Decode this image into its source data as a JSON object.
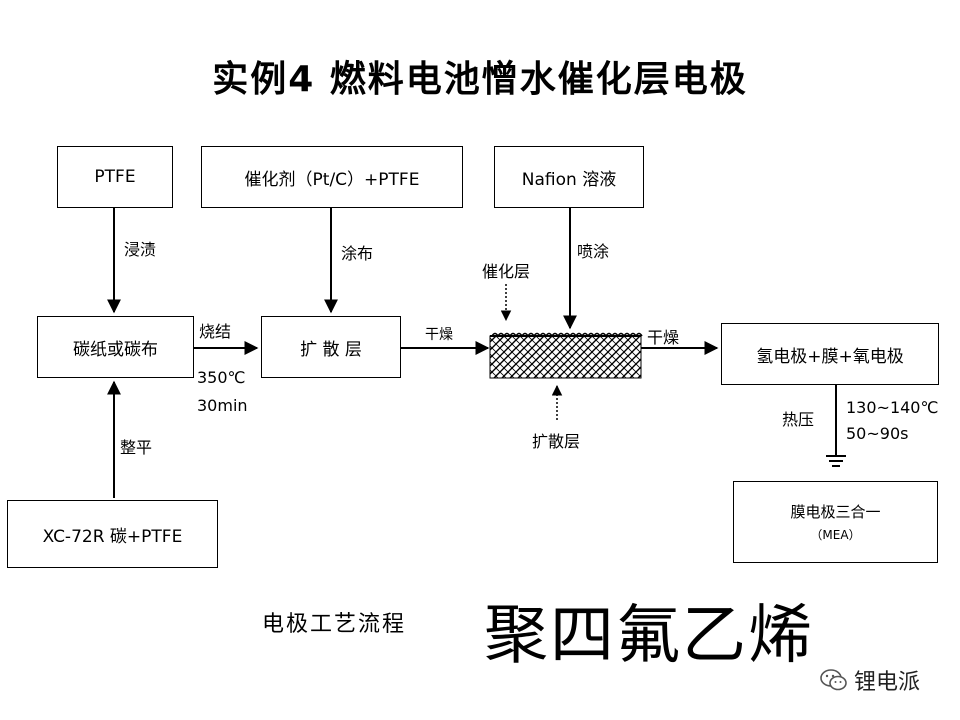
{
  "title": "实例4 燃料电池憎水催化层电极",
  "boxes": {
    "ptfe": "PTFE",
    "catalyst": "催化剂（Pt/C）+PTFE",
    "nafion": "Nafion 溶液",
    "carbon_paper": "碳纸或碳布",
    "diffusion": "扩 散 层",
    "membrane": "氢电极+膜+氧电极",
    "xc72r": "XC-72R 碳+PTFE",
    "mea_line1": "膜电极三合一",
    "mea_line2": "（MEA）"
  },
  "labels": {
    "impregnate": "浸渍",
    "coat": "涂布",
    "spray": "喷涂",
    "sinter": "烧结",
    "temp": "350℃",
    "time": "30min",
    "dry1": "干燥",
    "dry2": "干燥",
    "catalyst_layer": "催化层",
    "diffusion_layer": "扩散层",
    "hot_press": "热压",
    "hp_temp": "130~140℃",
    "hp_time": "50~90s",
    "level": "整平"
  },
  "caption": "电极工艺流程",
  "big_caption": "聚四氟乙烯",
  "brand": "锂电派"
}
